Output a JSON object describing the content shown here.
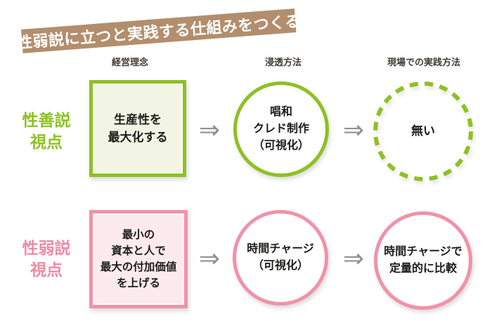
{
  "title": {
    "text": "性弱説に立つと実践する仕組みをつくる"
  },
  "columns": [
    "経営理念",
    "浸透方法",
    "現場での実践方法"
  ],
  "rows": [
    {
      "label": "性善説\n視点",
      "theme": "green",
      "cells": {
        "philosophy": "生産性を\n最大化する",
        "method": "唱和\nクレド制作\n（可視化）",
        "practice": "無い"
      }
    },
    {
      "label": "性弱説\n視点",
      "theme": "pink",
      "cells": {
        "philosophy": "最小の\n資本と人で\n最大の付加価値\nを上げる",
        "method": "時間チャージ\n（可視化）",
        "practice": "時間チャージで\n定量的に比較"
      }
    }
  ],
  "arrows": {
    "glyph": "⇒"
  },
  "colors": {
    "banner_brown": "#b38e6d",
    "green": "#8dc122",
    "green_fill": "#f2f5e3",
    "pink": "#f192a8",
    "pink_fill": "#fdeaee",
    "arrow_gray": "#8f9295",
    "header_text": "#423b35",
    "body_text": "#1d1d1b"
  }
}
